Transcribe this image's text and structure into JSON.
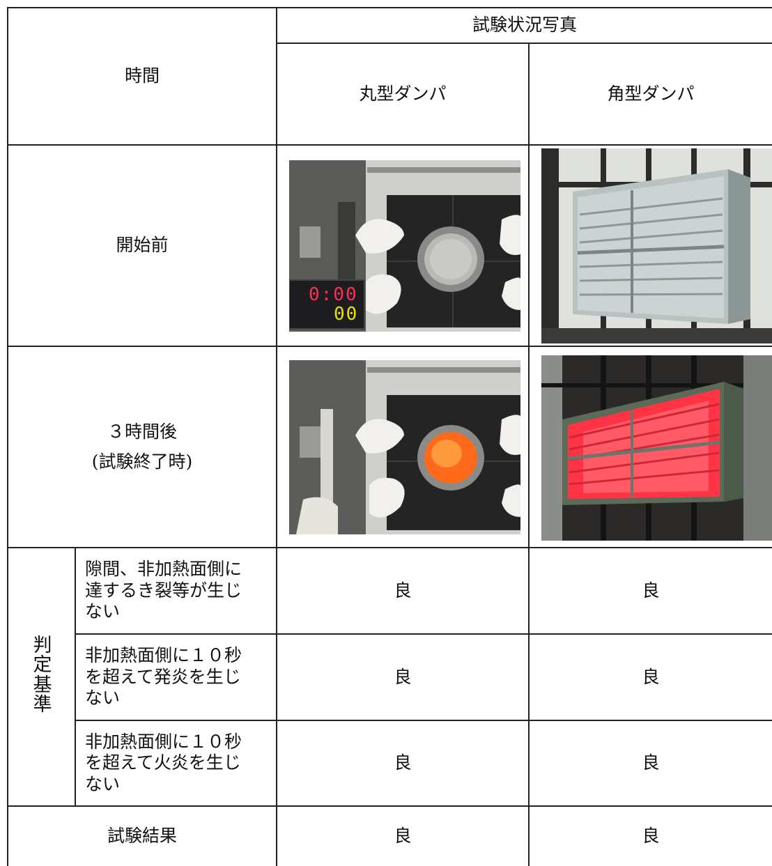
{
  "header": {
    "photo_group": "試験状況写真",
    "time": "時間",
    "col_round": "丸型ダンパ",
    "col_square": "角型ダンパ"
  },
  "rows": {
    "before": {
      "label": "開始前"
    },
    "after": {
      "line1": "３時間後",
      "line2": "(試験終了時)"
    }
  },
  "timer": {
    "top": "0:00",
    "bottom": "00"
  },
  "criteria": {
    "group_label": "判定基準",
    "items": [
      {
        "text": [
          "隙間、非加熱面側に",
          "達するき裂等が生じ",
          "ない"
        ],
        "round": "良",
        "square": "良"
      },
      {
        "text": [
          "非加熱面側に１０秒",
          "を超えて発炎を生じ",
          "ない"
        ],
        "round": "良",
        "square": "良"
      },
      {
        "text": [
          "非加熱面側に１０秒",
          "を超えて火炎を生じ",
          "ない"
        ],
        "round": "良",
        "square": "良"
      }
    ]
  },
  "result": {
    "label": "試験結果",
    "round": "良",
    "square": "良"
  },
  "colors": {
    "glow_round": "#ff6a1a",
    "glow_square": "#ff3344",
    "frame_dark": "#2a2a2a"
  }
}
